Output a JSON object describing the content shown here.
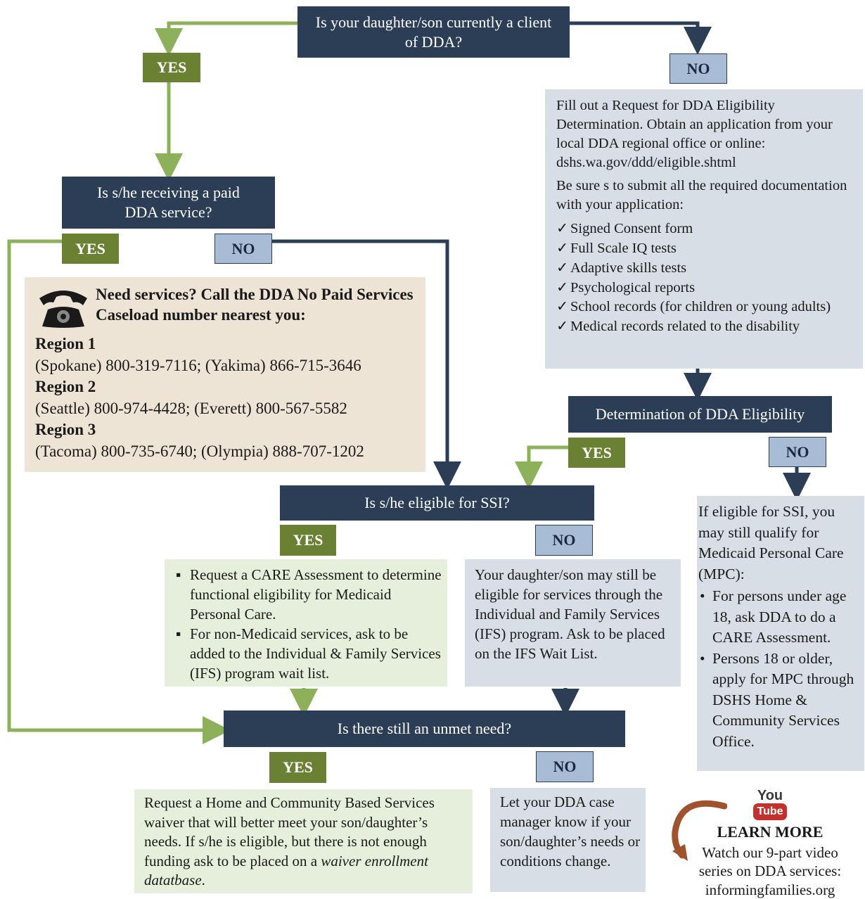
{
  "q1": {
    "text": "Is your daughter/son currently a client of DDA?"
  },
  "q1_yes": "YES",
  "q1_no": "NO",
  "eligibility_request": {
    "para1": "Fill out a Request for DDA Eligibility Determination. Obtain an application from your local DDA regional office or online: dshs.wa.gov/ddd/eligible.shtml",
    "para2": "Be sure s to submit all the required documentation with your application:",
    "items": [
      "Signed Consent form",
      "Full Scale IQ tests",
      "Adaptive skills tests",
      "Psychological reports",
      "School records (for children or young adults)",
      "Medical records related to the disability"
    ]
  },
  "q2": {
    "text": "Is s/he receiving a paid DDA service?"
  },
  "q2_yes": "YES",
  "q2_no": "NO",
  "phone_box": {
    "heading": "Need services? Call the DDA No Paid Services Caseload number nearest you:",
    "regions": [
      {
        "name": "Region 1",
        "numbers": "(Spokane) 800-319-7116; (Yakima) 866-715-3646"
      },
      {
        "name": "Region 2",
        "numbers": "(Seattle) 800-974-4428; (Everett) 800-567-5582"
      },
      {
        "name": "Region 3",
        "numbers": "(Tacoma) 800-735-6740; (Olympia) 888-707-1202"
      }
    ]
  },
  "determination": {
    "text": "Determination of DDA Eligibility"
  },
  "det_yes": "YES",
  "det_no": "NO",
  "q3": {
    "text": "Is s/he eligible for SSI?"
  },
  "q3_yes": "YES",
  "q3_no": "NO",
  "ssi_yes_box": {
    "items": [
      "Request a CARE Assessment to determine functional eligibility for Medicaid Personal Care.",
      "For non-Medicaid services, ask to be added to the Individual & Family Services (IFS) program wait list."
    ]
  },
  "ssi_no_box": {
    "text": "Your daughter/son may still be eligible for services through the Individual and Family Services (IFS) program. Ask to be placed on the IFS Wait List."
  },
  "mpc_box": {
    "intro": "If eligible for SSI, you may still qualify for Medicaid Personal Care (MPC):",
    "items": [
      "For persons under age 18, ask DDA to do a CARE Assessment.",
      "Persons 18 or older, apply for MPC through DSHS Home & Community Services Office."
    ]
  },
  "q4": {
    "text": "Is there still an unmet need?"
  },
  "q4_yes": "YES",
  "q4_no": "NO",
  "waiver_box": {
    "text_before": "Request a Home and Community Based Services waiver that will better meet your son/daughter’s needs. If s/he is eligible, but there is not enough funding ask to be placed on a ",
    "text_emph": "waiver enrollment datatbase",
    "text_after": "."
  },
  "case_manager_box": {
    "text": "Let your DDA case manager know if your son/daughter’s needs or conditions change."
  },
  "learn_more": {
    "logo_top": "You",
    "logo_bottom": "Tube",
    "heading": "LEARN MORE",
    "line1": "Watch our 9-part video",
    "line2": "series on DDA services:",
    "url": "informingfamilies.org"
  },
  "colors": {
    "dark_navy": "#2b3e55",
    "yes_green": "#6a8033",
    "no_blue": "#a9bcd6",
    "green_line": "#8db05a",
    "light_green_box": "#e6eedc",
    "light_blue_box": "#d7dee5",
    "beige_box": "#eee4d6",
    "youtube_red": "#c4302b",
    "curve_arrow": "#a0522d"
  },
  "icons": [
    "telephone-icon",
    "youtube-logo-icon",
    "curved-arrow-icon",
    "checkmark-icon"
  ]
}
